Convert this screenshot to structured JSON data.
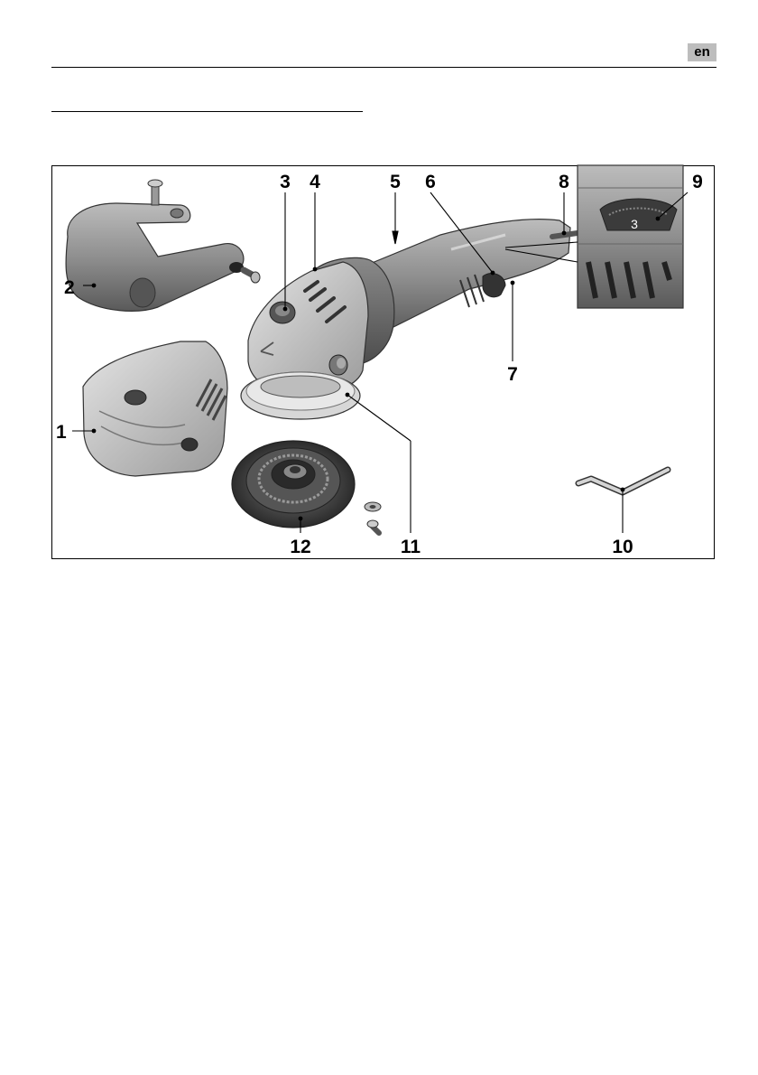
{
  "header": {
    "language_code": "en"
  },
  "figure": {
    "callouts": [
      "1",
      "2",
      "3",
      "4",
      "5",
      "6",
      "7",
      "8",
      "9",
      "10",
      "11",
      "12"
    ],
    "speed_dial_value": "3"
  }
}
